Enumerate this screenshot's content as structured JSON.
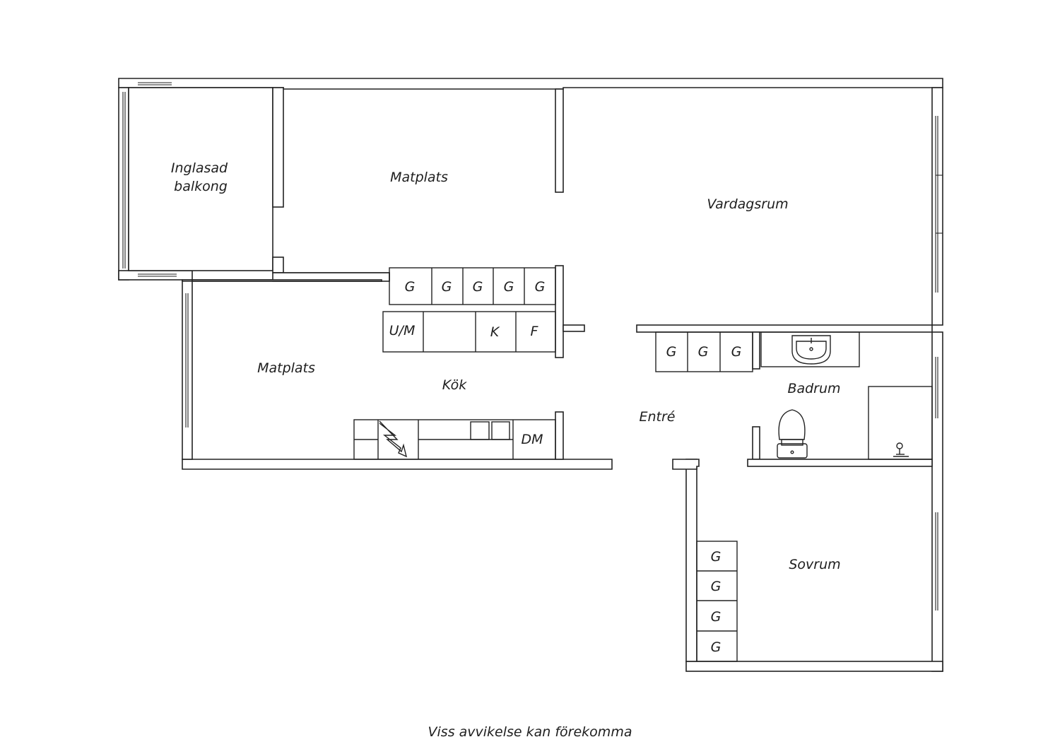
{
  "rooms": {
    "balcony_line1": "Inglasad",
    "balcony_line2": "balkong",
    "dining_top": "Matplats",
    "living": "Vardagsrum",
    "dining_left": "Matplats",
    "kitchen": "Kök",
    "entry": "Entré",
    "bathroom": "Badrum",
    "bedroom": "Sovrum"
  },
  "fixtures": {
    "wardrobe": "G",
    "washer": "U/M",
    "fridge": "K",
    "freezer": "F",
    "dishwasher": "DM"
  },
  "footer": "Viss avvikelse kan förekomma"
}
